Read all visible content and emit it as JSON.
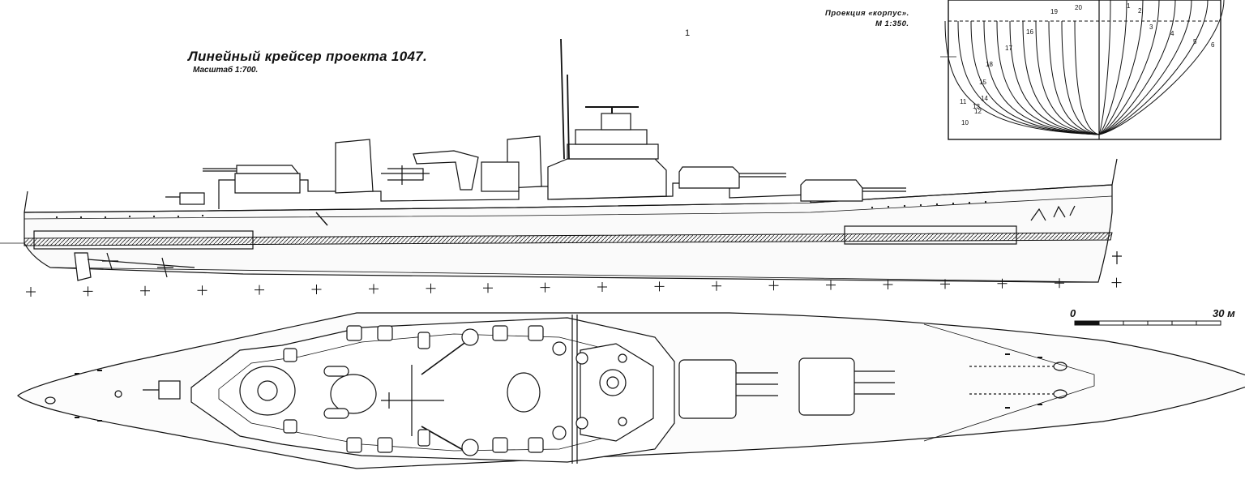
{
  "header": {
    "title": "Линейный крейсер проекта 1047.",
    "scale": "Масштаб 1:700."
  },
  "body_plan": {
    "title": "Проекция «корпус».",
    "scale": "М 1:350.",
    "station_labels_left": [
      "20",
      "19",
      "16",
      "17",
      "18",
      "15",
      "14",
      "13",
      "12",
      "11",
      "10"
    ],
    "station_labels_right": [
      "1",
      "2",
      "3",
      "4",
      "5",
      "6"
    ]
  },
  "annotation_mark": "1",
  "scale_bar": {
    "start_label": "0",
    "end_label": "30 м"
  },
  "colors": {
    "ink": "#111111",
    "paper": "#ffffff",
    "hull_fill": "#f4f4f4",
    "shade": "#bdbdbd"
  }
}
